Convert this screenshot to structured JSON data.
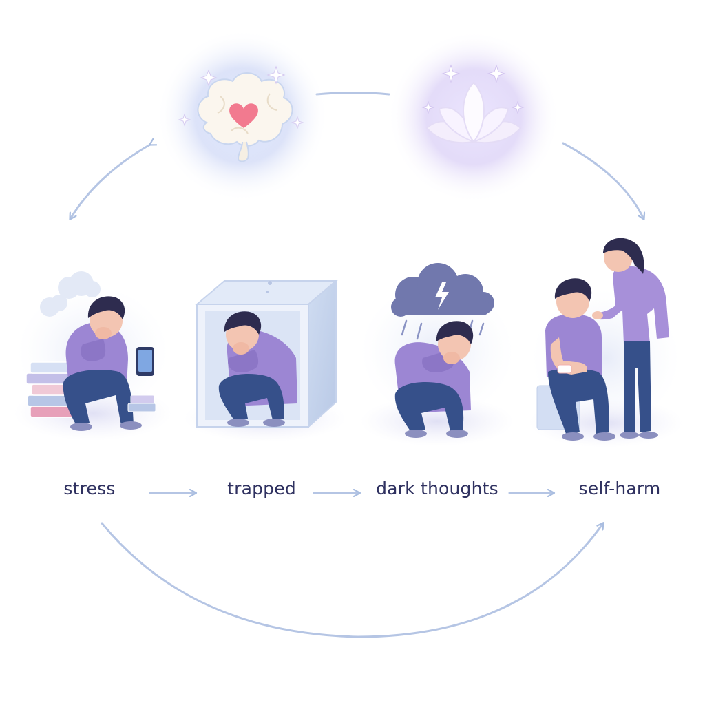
{
  "steps": [
    {
      "label": "stress"
    },
    {
      "label": "trapped"
    },
    {
      "label": "dark thoughts"
    },
    {
      "label": "self-harm"
    }
  ],
  "icons": {
    "top_left": "brain-heart-icon",
    "top_right": "lotus-icon",
    "step_1": "stressed-person-with-books-and-phone-icon",
    "step_2": "person-trapped-in-box-icon",
    "step_3": "person-under-storm-cloud-icon",
    "step_4": "person-comforted-by-friend-icon"
  },
  "colors": {
    "arrow": "#a9bde0",
    "label_text": "#2f3160",
    "shirt": "#9c86d3",
    "pants": "#36508a",
    "hair": "#2e2c4f",
    "skin": "#f3c5b2",
    "glow_blue": "#c9d8f8",
    "glow_purple": "#d8cdf5",
    "heart": "#f27a8f",
    "cloud": "#7178ad"
  }
}
